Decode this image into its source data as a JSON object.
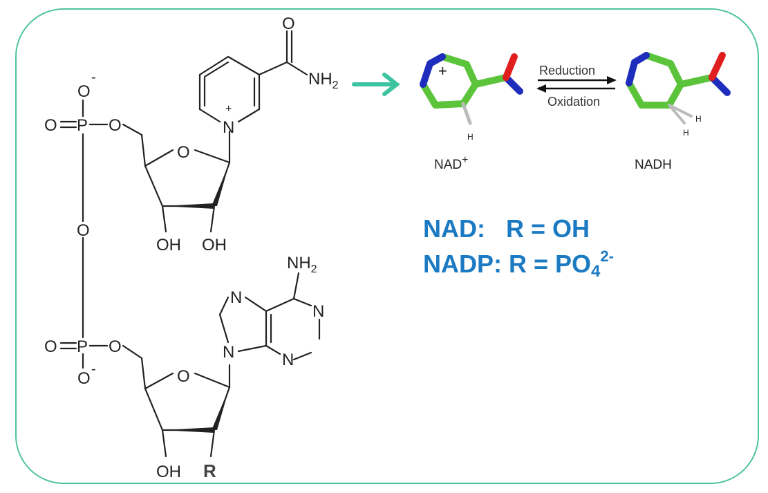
{
  "structure": {
    "amide_O": "O",
    "amide_NH2": "NH",
    "amide_NH2_sub": "2",
    "pyridinium_N": "N",
    "plus": "+",
    "phosphate_top": {
      "P": "P",
      "O_eq": "O",
      "O_minus": "O",
      "minus": "-",
      "O_link": "O"
    },
    "bridge_O": "O",
    "phosphate_bottom": {
      "P": "P",
      "O_eq": "O",
      "O_minus": "O",
      "minus": "-",
      "O_link": "O"
    },
    "ribose_O": "O",
    "ribose_top_OH_left": "OH",
    "ribose_top_OH_right": "OH",
    "adenine_NH2": "NH",
    "adenine_NH2_sub": "2",
    "adenine_N": "N",
    "ribose_bottom_OH": "OH",
    "R": "R"
  },
  "reaction": {
    "reduction": "Reduction",
    "oxidation": "Oxidation",
    "nad_label": "NAD",
    "nad_label_sup": "+",
    "nadh_label": "NADH",
    "H": "H"
  },
  "formulas": {
    "line1": "NAD:   R = OH",
    "line2_prefix": "NADP: R = PO",
    "line2_sub": "4",
    "line2_sup": "2-"
  },
  "colors": {
    "frame": "#4fc3a1",
    "arrow": "#3cc3a0",
    "carbon": "#5cc43a",
    "nitrogen": "#1f2dbd",
    "oxygen": "#e01e1e",
    "formula": "#1b7ac2"
  }
}
